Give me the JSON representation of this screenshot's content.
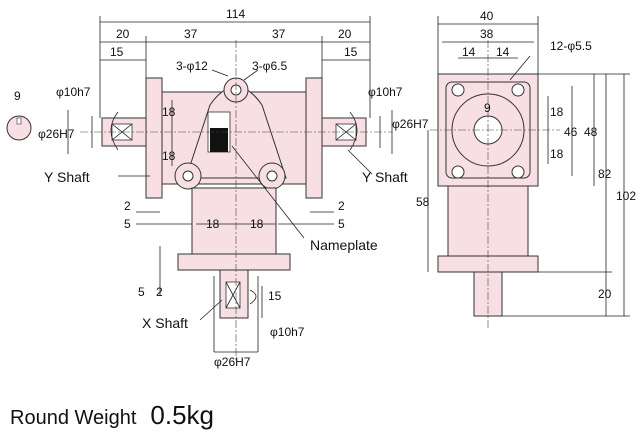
{
  "labels": {
    "total_width": "114",
    "dim_20_left": "20",
    "dim_37_left": "37",
    "dim_37_right": "37",
    "dim_20_right": "20",
    "dim_15_left": "15",
    "dim_15_right": "15",
    "holes_3_d12": "3-φ12",
    "holes_3_d65": "3-φ6.5",
    "key_9": "9",
    "shaft_d10_left": "φ10h7",
    "bore_d26_left": "φ26H7",
    "shaft_d10_right": "φ10h7",
    "bore_d26_right": "φ26H7",
    "dim_18_a": "18",
    "dim_18_b": "18",
    "dim_2_left": "2",
    "dim_5_left": "5",
    "dim_2_right": "2",
    "dim_5_right": "5",
    "dim_18_bottom_left": "18",
    "dim_18_bottom_right": "18",
    "y_shaft_left": "Y Shaft",
    "y_shaft_right": "Y Shaft",
    "nameplate": "Nameplate",
    "dim_5_vertical": "5",
    "dim_2_vertical": "2",
    "dim_15_xshaft": "15",
    "x_shaft": "X Shaft",
    "shaft_d10_x": "φ10h7",
    "bore_d26_x": "φ26H7",
    "side_40": "40",
    "side_38": "38",
    "side_14_a": "14",
    "side_14_b": "14",
    "side_holes": "12-φ5.5",
    "side_9": "9",
    "side_18_a": "18",
    "side_18_b": "18",
    "side_46": "46",
    "side_48": "48",
    "side_82": "82",
    "side_102": "102",
    "side_58": "58",
    "side_20": "20"
  },
  "weight": {
    "label": "Round Weight",
    "value": "0.5kg"
  }
}
